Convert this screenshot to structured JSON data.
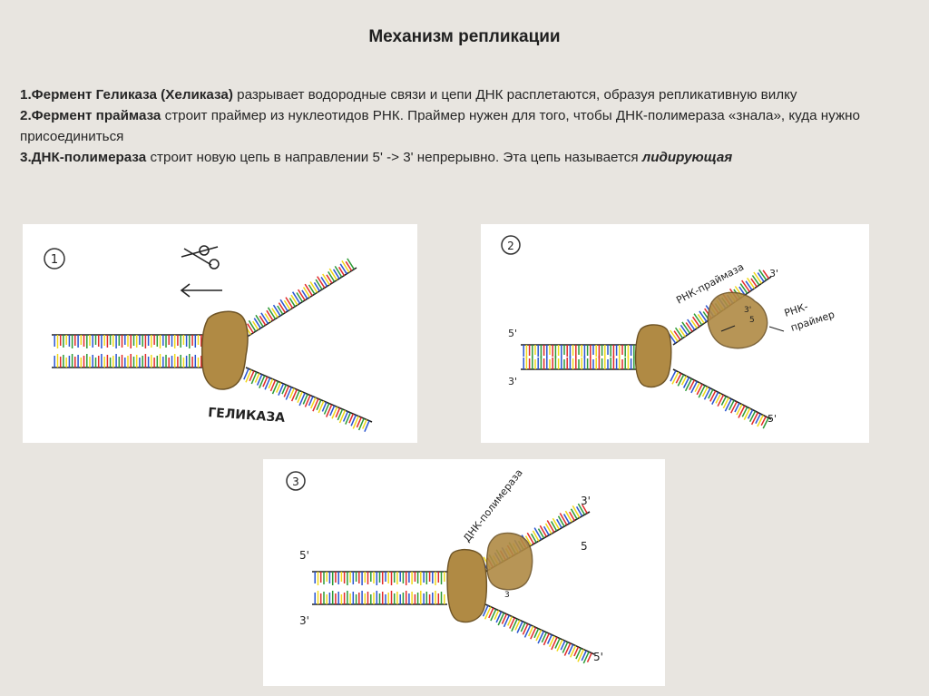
{
  "title": "Механизм репликации",
  "steps": [
    {
      "num": "1.",
      "term": "Фермент Геликаза (Хеликаза)",
      "rest": " разрывает водородные связи и цепи ДНК расплетаются, образуя репликативную вилку",
      "tail_em": ""
    },
    {
      "num": "2.",
      "term": "Фермент праймаза",
      "rest": " строит праймер из нуклеотидов РНК. Праймер нужен для того, чтобы ДНК-полимераза «знала», куда нужно присоединиться",
      "tail_em": ""
    },
    {
      "num": "3.",
      "term": "ДНК-полимераза",
      "rest": " строит новую цепь в направлении 5' -> 3' непрерывно. Эта цепь называется ",
      "tail_em": "лидирующая"
    }
  ],
  "panels": [
    {
      "number": "1",
      "enzyme_label": "ГЕЛИКАЗА"
    },
    {
      "number": "2",
      "enzyme_label": "РНК-праймаза",
      "primer_label_1": "РНК-",
      "primer_label_2": "праймер",
      "end_left_top": "5'",
      "end_left_bottom": "3'",
      "end_right_top": "3'",
      "end_right_bottom": "5'",
      "small_3": "3'",
      "small_5": "5"
    },
    {
      "number": "3",
      "enzyme_label": "ДНК-полимераза",
      "end_left_top": "5'",
      "end_left_bottom": "3'",
      "end_right_top": "3'",
      "end_right_mid": "5",
      "end_right_bottom": "5'",
      "small_3": "3"
    }
  ],
  "colors": {
    "enzyme": "#b08a44",
    "enzyme_stroke": "#6e5426",
    "base_red": "#e02a2a",
    "base_blue": "#2a55d0",
    "base_green": "#2d9a35",
    "base_yellow": "#f0d81a",
    "backbone": "#222222"
  }
}
